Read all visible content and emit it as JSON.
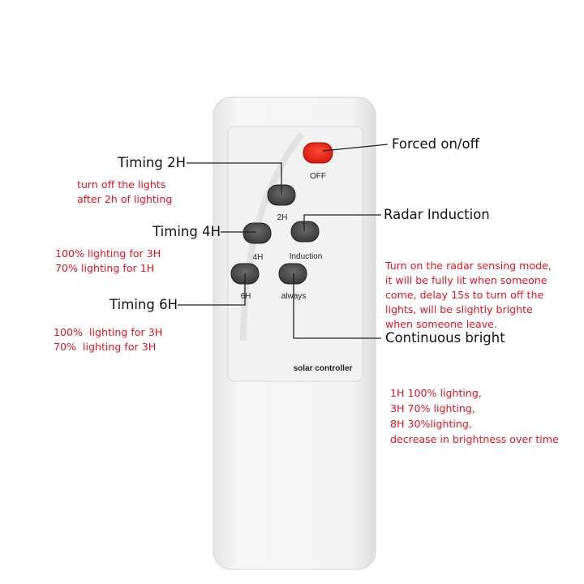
{
  "remote": {
    "brand_label": "solar controller",
    "buttons": [
      {
        "id": "off",
        "label": "OFF",
        "color": "#ee2a1a"
      },
      {
        "id": "2h",
        "label": "2H",
        "color": "#555555"
      },
      {
        "id": "4h",
        "label": "4H",
        "color": "#555555"
      },
      {
        "id": "induction",
        "label": "Induction",
        "color": "#555555"
      },
      {
        "id": "6h",
        "label": "6H",
        "color": "#555555"
      },
      {
        "id": "always",
        "label": "always",
        "color": "#555555"
      }
    ]
  },
  "annotations": {
    "forced": {
      "title": "Forced on/off"
    },
    "timing2h": {
      "title": "Timing 2H",
      "desc": [
        "turn off the lights",
        "after 2h of lighting"
      ]
    },
    "timing4h": {
      "title": "Timing 4H",
      "desc": [
        "100% lighting for 3H",
        "70% lighting for 1H"
      ]
    },
    "timing6h": {
      "title": "Timing 6H",
      "desc": [
        "100%  lighting for 3H",
        "70%  lighting for 3H"
      ]
    },
    "radar": {
      "title": "Radar Induction",
      "desc": [
        "Turn on the radar sensing mode,",
        "it will be fully lit when someone",
        "come, delay 15s to turn off the",
        "lights, will be slightly brighte",
        "when someone leave."
      ]
    },
    "continuous": {
      "title": "Continuous bright",
      "desc": [
        "1H 100% lighting,",
        "3H 70% lighting,",
        "8H 30%lighting,",
        "decrease in brightness over time"
      ]
    }
  },
  "colors": {
    "annotation_text": "#e0141e",
    "off_button": "#ee2a1a",
    "button": "#555555"
  }
}
